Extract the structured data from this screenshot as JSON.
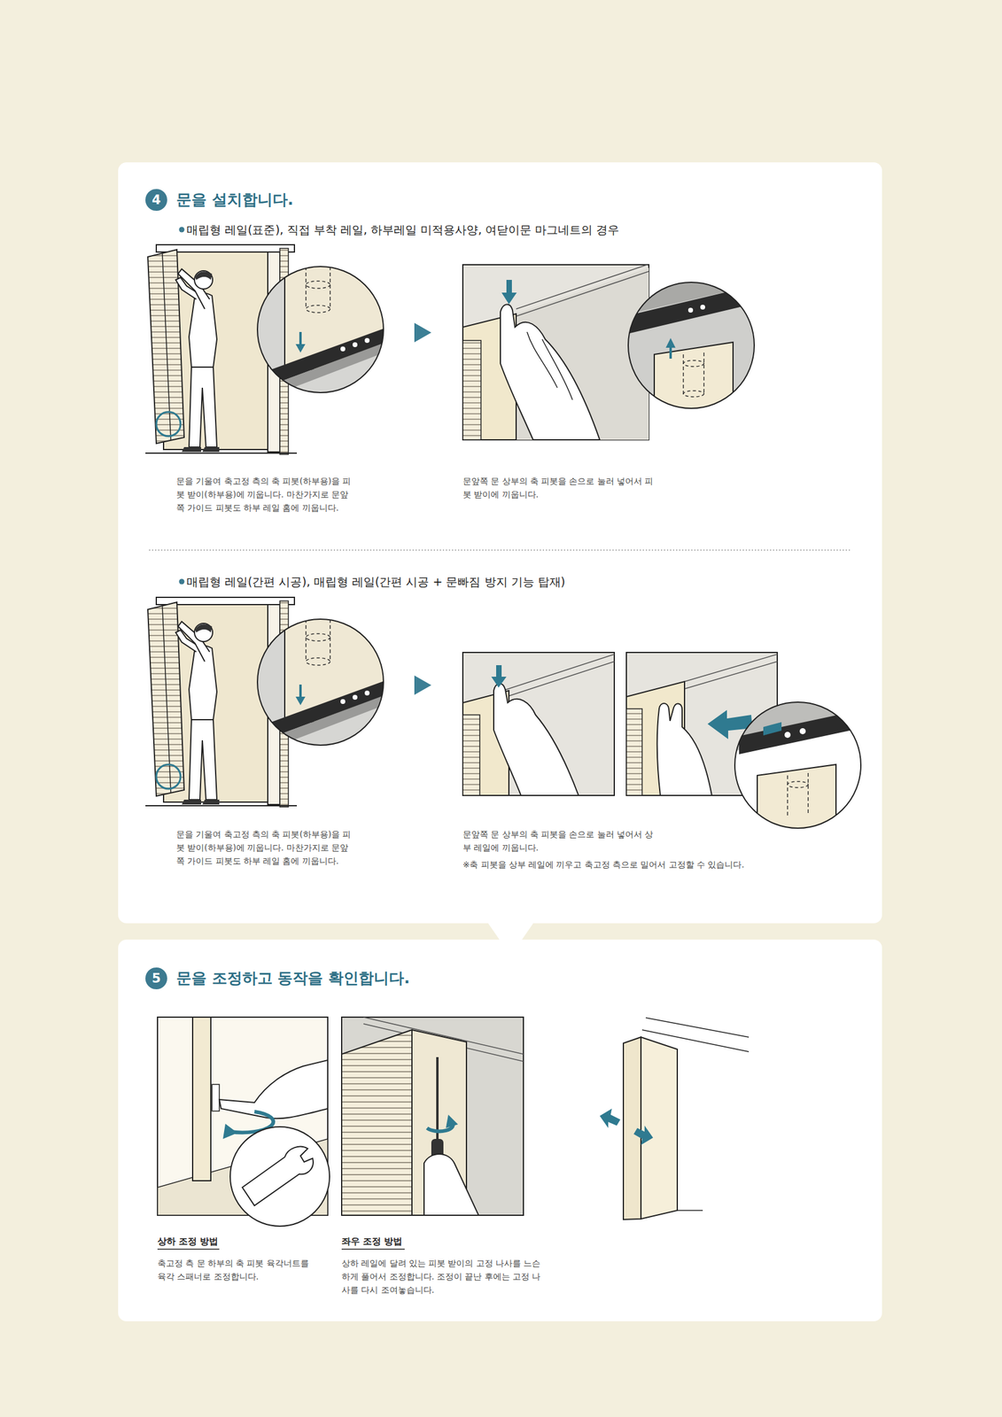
{
  "diagram": {
    "nodes": [
      {
        "text": [
          "문을 설치합니다."
        ]
      },
      {
        "text": [
          "4"
        ],
        "in": 0
      },
      {
        "text": [
          "문을 조정하고 동작을 확인합니다."
        ]
      },
      {
        "text": [
          "5"
        ],
        "in": 2
      }
    ],
    "labels": [
      "매립형 레일(표준), 직접 부착 레일, 하부레일 미적용사양, 여닫이문 마그네트의 경우",
      "문을 기울여 축고정 측의 축 피봇(하부용)을 피봇 받이(하부용)에 끼웁니다. 마찬가지로 문앞쪽 가이드 피봇도 하부 레일 홈에 끼웁니다.",
      "문앞쪽 문 상부의 축 피봇을 손으로 눌러 넣어서 피봇 받이에 끼웁니다.",
      "매립형 레일(간편 시공), 매립형 레일(간편 시공 + 문빠짐 방지 기능 탑재)",
      "문을 기울여 축고정 측의 축 피봇(하부용)을 피봇 받이(하부용)에 끼웁니다. 마찬가지로 문앞쪽 가이드 피봇도 하부 레일 홈에 끼웁니다.",
      "문앞쪽 문 상부의 축 피봇을 손으로 눌러 넣어서 상부 레일에 끼웁니다.",
      "※축 피봇을 상부 레일에 끼우고 축고정 측으로 밀어서 고정할 수 있습니다.",
      "상하 조정 방법",
      "축고정 측 문 하부의 축 피봇 육각너트를 육각 스패너로 조정합니다.",
      "좌우 조정 방법",
      "상하 레일에 달려 있는 피봇 받이의 고정 나사를 느슨하게 풀어서 조정합니다. 조정이 끝난 후에는 고정 나사를 다시 조여놓습니다."
    ]
  }
}
